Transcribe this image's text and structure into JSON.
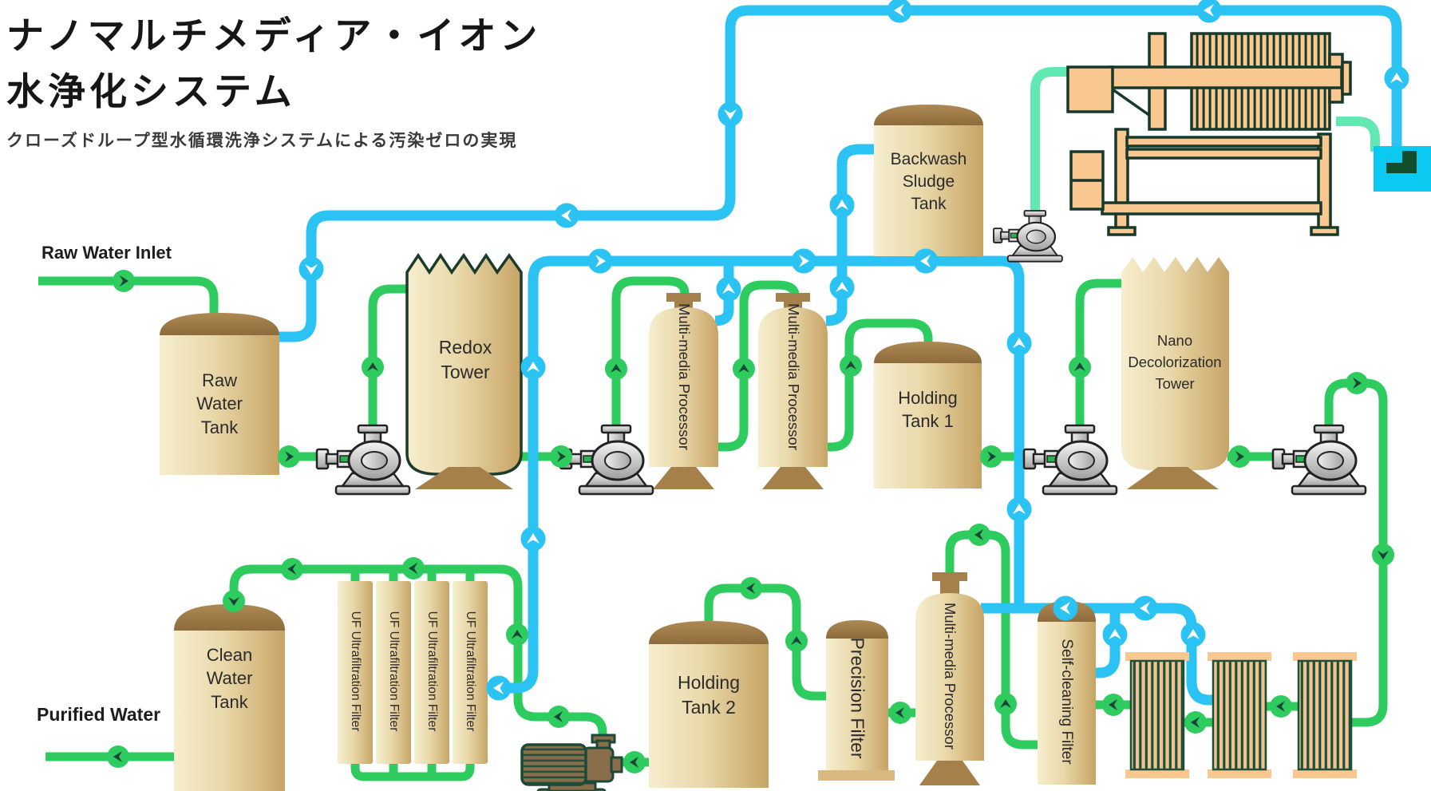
{
  "header": {
    "title_line1": "ナノマルチメディア・イオン",
    "title_line2": "水浄化システム",
    "subtitle": "クローズドループ型水循環洗浄システムによる汚染ゼロの実現"
  },
  "flow_labels": {
    "raw_water_inlet": "Raw Water Inlet",
    "purified_water": "Purified Water"
  },
  "equipment": {
    "raw_water_tank": "Raw\nWater\nTank",
    "redox_tower": "Redox\nTower",
    "multimedia_processors": [
      "Multi-media Processor",
      "Multi-media Processor",
      "Multi-media Processor"
    ],
    "holding_tank_1": "Holding\nTank 1",
    "backwash_sludge_tank": "Backwash\nSludge\nTank",
    "nano_decolorization_tower": "Nano\nDecolorization\nTower",
    "clean_water_tank": "Clean\nWater\nTank",
    "uf_filters": [
      "UF Ultrafiltration Filter",
      "UF Ultrafiltration Filter",
      "UF Ultrafiltration Filter",
      "UF Ultrafiltration Filter"
    ],
    "holding_tank_2": "Holding\nTank 2",
    "precision_filter": "Precision Filter",
    "self_cleaning_filter": "Self-cleaning Filter"
  },
  "colors": {
    "pipe_blue": "#2bc3f3",
    "pipe_green": "#2ecb5f",
    "pipe_mint": "#63e8b4",
    "chevron_dark": "#1b4438",
    "vessel_light": "#f4ecca",
    "vessel_dark": "#c9a76a",
    "dome_brown": "#9c7a48",
    "press_peach": "#f8c890",
    "press_outline": "#17392b",
    "basin_cyan": "#0cc9f2",
    "text_ink": "#2b2b2b"
  }
}
